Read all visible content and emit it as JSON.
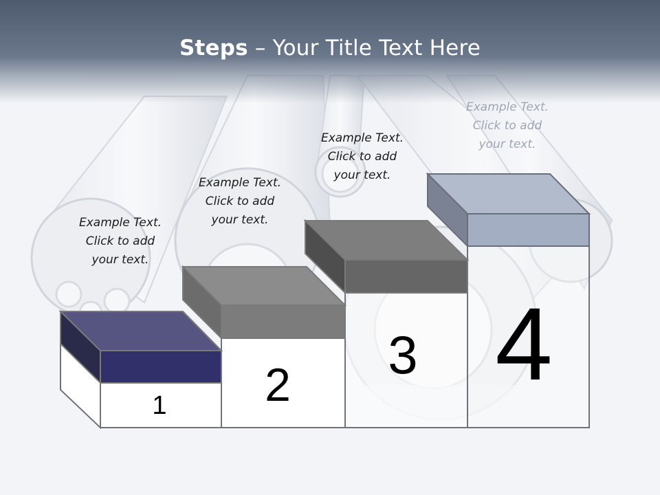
{
  "slide": {
    "title_bold": "Steps",
    "title_rest": " – Your Title Text Here"
  },
  "steps": [
    {
      "number": "1",
      "text": [
        "Example Text.",
        "Click  to add",
        "your text."
      ],
      "color": "#34346a"
    },
    {
      "number": "2",
      "text": [
        "Example Text.",
        "Click  to add",
        "your text."
      ],
      "color": "#808080"
    },
    {
      "number": "3",
      "text": [
        "Example Text.",
        "Click  to add",
        "your text."
      ],
      "color": "#6a6a6a"
    },
    {
      "number": "4",
      "text": [
        "Example Text.",
        "Click  to add",
        "your text."
      ],
      "color": "#a6b1c4"
    }
  ]
}
